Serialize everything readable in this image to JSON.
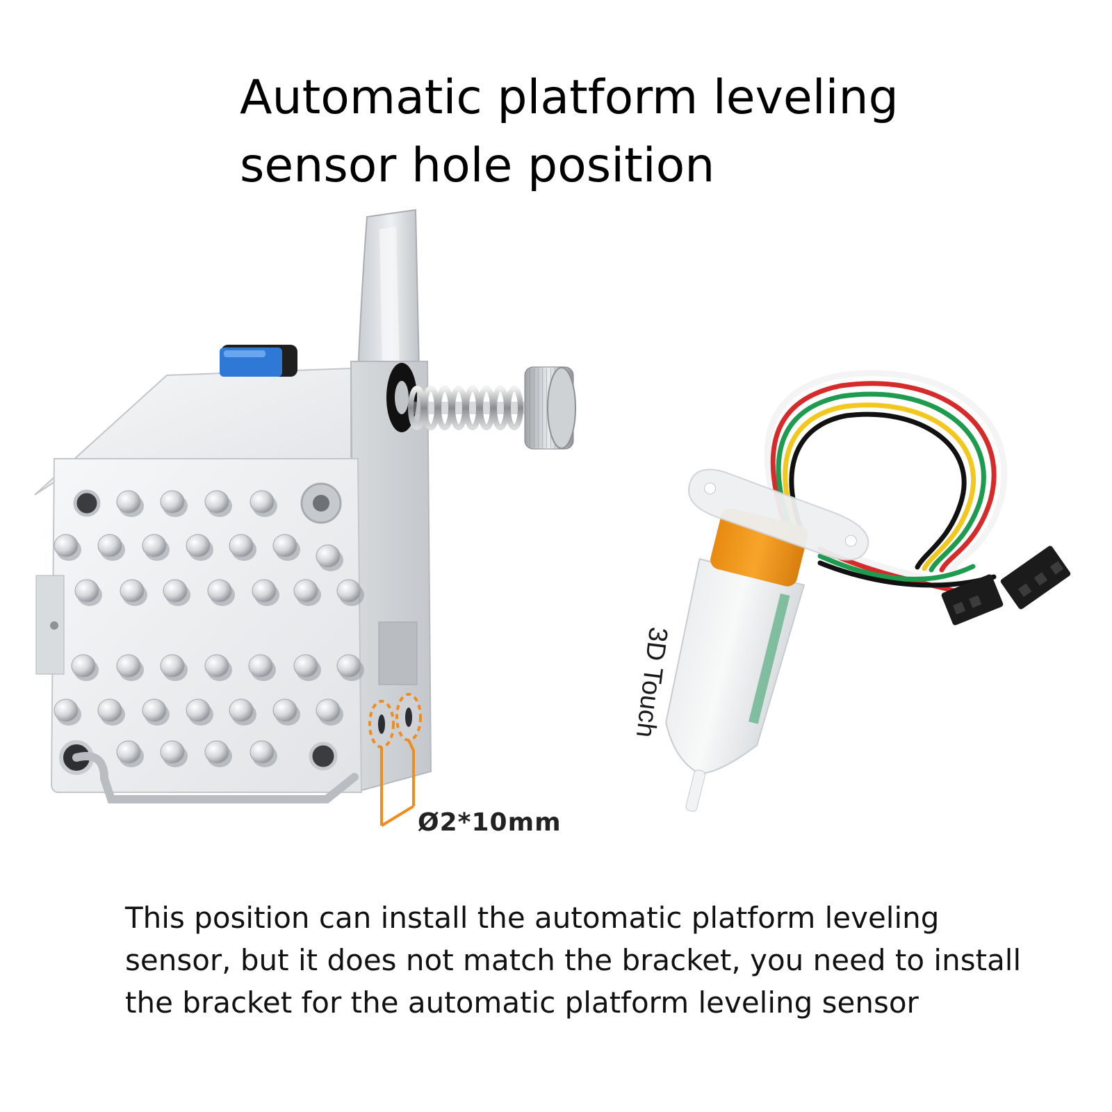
{
  "title": {
    "line1": "Automatic platform leveling",
    "line2": "sensor hole position"
  },
  "dimension_label": "Ø2*10mm",
  "sensor_label": "3D Touch",
  "description": {
    "line1": "This position can install the automatic platform leveling",
    "line2": "sensor, but it does not match the bracket, you need to install",
    "line3": "the bracket for the automatic platform leveling sensor"
  },
  "colors": {
    "background": "#ffffff",
    "highlight": "#f08c1e",
    "sensor_band": "#f39a1c",
    "knob_blue": "#2f79d6",
    "wire_colors": [
      "#d62b2b",
      "#1e9b4e",
      "#f2c81e",
      "#111111",
      "#f4f4f4"
    ]
  }
}
